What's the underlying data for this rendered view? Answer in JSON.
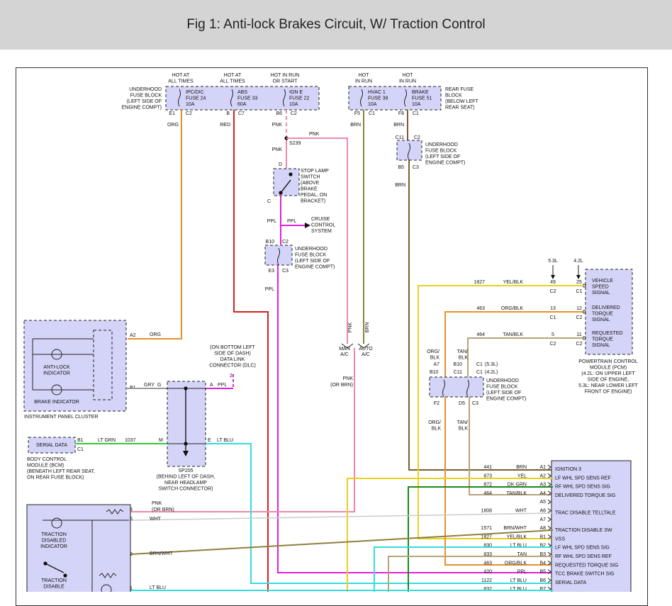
{
  "title": "Fig 1: Anti-lock Brakes Circuit, W/ Traction Control",
  "colors": {
    "org": "#e8902a",
    "red": "#d61f1f",
    "pnk": "#ee88aa",
    "brn": "#7a5c2e",
    "olive": "#8f7f3f",
    "ppl": "#e020d8",
    "gry": "#999999",
    "ltgrn": "#33cc33",
    "ltblu": "#33dddd",
    "yel": "#e8d020",
    "tan": "#b9a27a",
    "dkgrn": "#1a8a1a",
    "wht": "#cccccc",
    "component_fill": "#d4d4f8"
  },
  "fuse_header": {
    "hot_at_all_times_1": [
      "HOT AT",
      "ALL TIMES"
    ],
    "hot_at_all_times_2": [
      "HOT AT",
      "ALL TIMES"
    ],
    "hot_in_run_or_start": [
      "HOT IN RUN",
      "OR START"
    ],
    "hot_in_run_1": [
      "HOT",
      "IN RUN"
    ],
    "hot_in_run_2": [
      "HOT",
      "IN RUN"
    ]
  },
  "underhood_fuse_block_top": [
    "UNDERHOOD",
    "FUSE BLOCK",
    "(LEFT SIDE OF",
    "ENGINE COMPT)"
  ],
  "fuses": {
    "ipc": [
      "IPC/DIC",
      "FUSE 24",
      "10A"
    ],
    "abs": [
      "ABS",
      "FUSE 33",
      "60A"
    ],
    "ign": [
      "IGN E",
      "FUSE 22",
      "10A"
    ],
    "hvac": [
      "HVAC 1",
      "FUSE 39",
      "10A"
    ],
    "brake": [
      "BRAKE",
      "FUSE 51",
      "10A"
    ]
  },
  "rear_fuse_block": [
    "REAR FUSE",
    "BLOCK",
    "(BELOW LEFT",
    "REAR SEAT)"
  ],
  "pins": {
    "e1": "E1",
    "c2a": "C2",
    "b": "B",
    "c7": "C7",
    "b6": "B6",
    "c2b": "C2",
    "f5": "F5",
    "c1a": "C1",
    "f8": "F8",
    "c1b": "C1",
    "c11": "C11",
    "c2c": "C2",
    "b5": "B5",
    "c3": "C3",
    "d": "D",
    "c": "C",
    "b10": "B10",
    "c2d": "C2",
    "e3": "E3",
    "c3b": "C3",
    "a2": "A2",
    "b1": "B1",
    "g": "G",
    "a": "A",
    "two": "2",
    "m": "M",
    "e": "E",
    "b1b": "B1",
    "c1c": "C1",
    "p3": "3",
    "p5": "5",
    "p2": "2",
    "p1": "1"
  },
  "wire_labels": {
    "org": "ORG",
    "red": "RED",
    "pnk": "PNK",
    "pnk2": "PNK",
    "pnk3": "PNK",
    "brn": "BRN",
    "brn2": "BRN",
    "brn3": "BRN",
    "ppl": "PPL",
    "ppl2": "PPL",
    "ppl3": "PPL",
    "org_a2": "ORG",
    "gry": "GRY",
    "ppl_dlc": "PPL",
    "ltgrn": "LT GRN",
    "ltgrn_num": "1037",
    "ltblu": "LT BLU",
    "pnk_vert": "PNK",
    "brn_vert": "BRN",
    "pnk_or_brn": [
      "PNK",
      "(OR BRN)"
    ],
    "s239": "S239"
  },
  "underhood_mid": [
    "UNDERHOOD",
    "FUSE BLOCK",
    "(LEFT SIDE OF",
    "ENGINE COMPT)"
  ],
  "underhood_right": [
    "UNDERHOOD",
    "FUSE BLOCK",
    "(LEFT SIDE OF",
    "ENGINE COMPT)"
  ],
  "stop_lamp_switch": [
    "STOP LAMP",
    "SWITCH",
    "(ABOVE",
    "BRAKE",
    "PEDAL, ON",
    "BRACKET)"
  ],
  "cruise": [
    "CRUISE",
    "CONTROL",
    "SYSTEM"
  ],
  "man_auto": [
    "MAN",
    "A/C",
    "AUTO",
    "A/C"
  ],
  "dlc": [
    "(ON BOTTOM LEFT",
    "SIDE OF DASH)",
    "DATA LINK",
    "CONNECTOR (DLC)"
  ],
  "ipc": {
    "anti_lock": [
      "ANTI-LOCK",
      "INDICATOR"
    ],
    "brake_indicator": "BRAKE INDICATOR",
    "cluster_label": "INSTRUMENT PANEL CLUSTER"
  },
  "bcm": {
    "serial_data": "SERIAL DATA",
    "label": [
      "BODY CONTROL",
      "MODULE (BCM)",
      "(BENEATH LEFT REAR SEAT,",
      "ON REAR FUSE BLOCK)"
    ]
  },
  "sp205": [
    "SP205",
    "(BEHIND LEFT OF DASH,",
    "NEAR HEADLAMP",
    "SWITCH CONNECTOR)"
  ],
  "pcm": {
    "engine_53": "5.3L",
    "engine_42": "4.2L",
    "signals": [
      {
        "circuit": "1827",
        "color": "YEL/BLK",
        "pin": "49",
        "pin2": "25",
        "conn": "C2",
        "conn2": "C1"
      },
      {
        "circuit": "463",
        "color": "ORG/BLK",
        "pin": "13",
        "pin2": "12",
        "conn": "C1",
        "conn2": "C2"
      },
      {
        "circuit": "464",
        "color": "TAN/BLK",
        "pin": "5",
        "pin2": "11",
        "conn": "C2",
        "conn2": "C2"
      }
    ],
    "box_labels": [
      [
        "VEHICLE",
        "SPEED",
        "SIGNAL"
      ],
      [
        "DELIVERED",
        "TORQUE",
        "SIGNAL"
      ],
      [
        "REQUESTED",
        "TORQUE",
        "SIGNAL"
      ]
    ],
    "label": [
      "POWERTRAIN CONTROL",
      "MODULE (PCM)",
      "(4.2L: ON UPPER LEFT",
      "SIDE OF ENGINE,",
      "5.3L: NEAR LOWER LEFT",
      "FRONT OF ENGINE)"
    ]
  },
  "mid_fuse_right": {
    "wire_top_left": [
      "ORG/",
      "BLK"
    ],
    "wire_top_right": [
      "TAN/",
      "BLK"
    ],
    "pins_top": [
      "A7",
      "B10",
      "C1",
      "C11",
      "C1"
    ],
    "eng_notes": [
      "(5.3L)",
      "(4.2L)"
    ],
    "pin_b10": "B10",
    "pins_bottom": [
      "F2",
      "D5",
      "C3"
    ],
    "wire_bot_left": [
      "ORG/",
      "BLK"
    ],
    "wire_bot_right": [
      "TAN/",
      "BLK"
    ]
  },
  "ebcm_pins": [
    {
      "circuit": "441",
      "color": "BRN",
      "pin": "A1",
      "label": "IGNITION 3"
    },
    {
      "circuit": "873",
      "color": "YEL",
      "pin": "A2",
      "label": "LF WHL SPD SENS REF"
    },
    {
      "circuit": "872",
      "color": "DK GRN",
      "pin": "A3",
      "label": "RF WHL SPD SENS SIG"
    },
    {
      "circuit": "464",
      "color": "TAN/BLK",
      "pin": "A4",
      "label": "DELIVERED TORQUE SIG"
    },
    {
      "circuit": "",
      "color": "",
      "pin": "A5",
      "label": ""
    },
    {
      "circuit": "1808",
      "color": "WHT",
      "pin": "A6",
      "label": "TRAC DISABLE TELLTALE"
    },
    {
      "circuit": "",
      "color": "",
      "pin": "A7",
      "label": ""
    },
    {
      "circuit": "1571",
      "color": "BRN/WHT",
      "pin": "A8",
      "label": "TRACTION DISABLE SW"
    },
    {
      "circuit": "1827",
      "color": "YEL/BLK",
      "pin": "B1",
      "label": "VSS"
    },
    {
      "circuit": "830",
      "color": "LT BLU",
      "pin": "B2",
      "label": "LF WHL SPD SENS SIG"
    },
    {
      "circuit": "833",
      "color": "TAN",
      "pin": "B3",
      "label": "RF WHL SPD SENS REF"
    },
    {
      "circuit": "463",
      "color": "ORG/BLK",
      "pin": "B4",
      "label": "REQUESTED TORQUE SIG"
    },
    {
      "circuit": "420",
      "color": "PPL",
      "pin": "B5",
      "label": "TCC BRAKE SWITCH SIG"
    },
    {
      "circuit": "1122",
      "color": "LT BLU",
      "pin": "B6",
      "label": "SERIAL DATA"
    },
    {
      "circuit": "832",
      "color": "LT BLU",
      "pin": "B7",
      "label": ""
    }
  ],
  "traction_module": {
    "indicator": [
      "TRACTION",
      "DISABLED",
      "INDICATOR"
    ],
    "switch": [
      "TRACTION",
      "DISABLE"
    ],
    "pin3_wire": [
      "PNK",
      "(OR BRN)"
    ],
    "pin5_wire": "WHT",
    "pin2_wire": "BRN/WHT",
    "pin1_wire": "LT BLU"
  }
}
